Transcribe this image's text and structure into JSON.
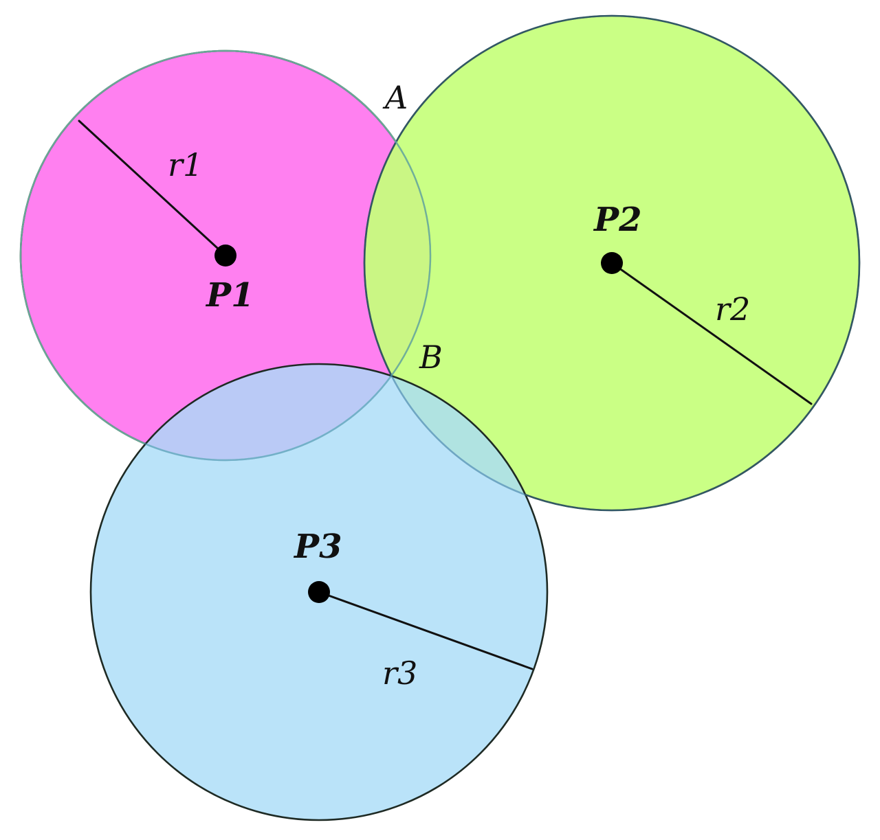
{
  "colors": {
    "circle1_fill": "#ff80f0",
    "circle2_fill": "#c6ff7c",
    "circle3_fill": "#a9dcf7",
    "outline": "#1e2a24",
    "overlap_outline_green": "#9ad07a",
    "overlap_outline_blue": "#4a90b8"
  },
  "labels": {
    "point_a": "A",
    "point_b": "B",
    "p1": "P1",
    "p2": "P2",
    "p3": "P3",
    "r1": "r1",
    "r2": "r2",
    "r3": "r3"
  }
}
